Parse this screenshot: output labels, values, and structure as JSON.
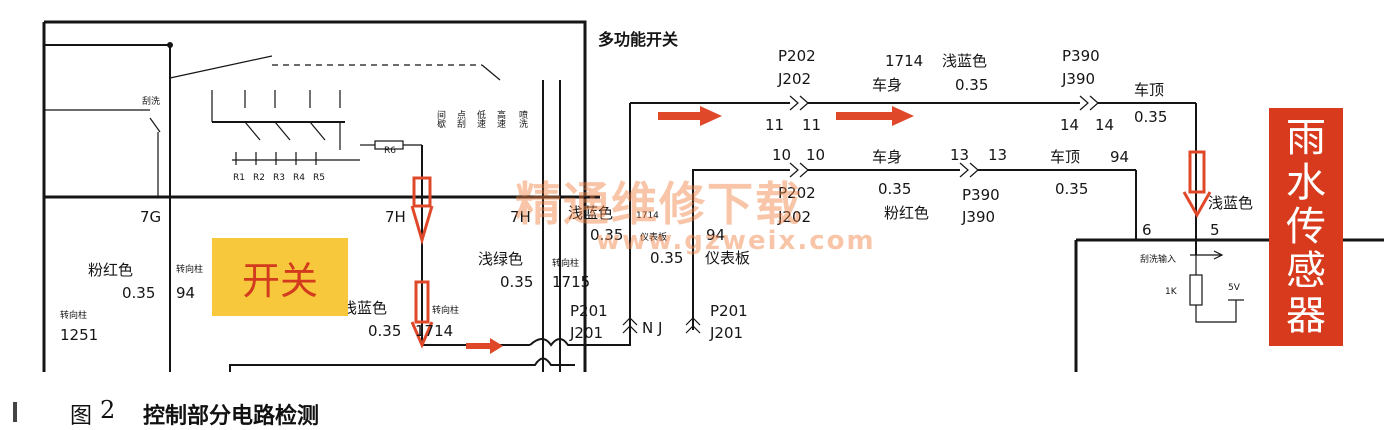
{
  "diagram": {
    "multifunction_switch": "多功能开关",
    "switch_label": "开关",
    "sensor_label": [
      "雨",
      "水",
      "传",
      "感",
      "器"
    ],
    "wash_label": "刮洗",
    "resistors": [
      "R1",
      "R2",
      "R3",
      "R4",
      "R5"
    ],
    "r6": "R6",
    "switch_positions": [
      "间歇",
      "点刮",
      "低速",
      "高速",
      "喷洗"
    ],
    "pin_7g": "7G",
    "pin_7h": "7H",
    "pin_7": "7H",
    "left_wire_color": "粉红色",
    "left_wire_size": "0.35",
    "left_wire_id": "94",
    "left_column_label": "转向柱",
    "left_col_label2": "转向柱",
    "left_col_num": "1251",
    "mid_wire_color": "浅蓝色",
    "mid_wire_size": "0.35",
    "mid_wire_column": "转向柱",
    "mid_wire_id": "1714",
    "green_wire_color": "浅绿色",
    "green_wire_column": "转向柱",
    "green_wire_size": "0.35",
    "green_wire_id": "1715",
    "center_wire_color": "浅蓝色",
    "center_wire_size": "0.35",
    "center_id": "1714",
    "center_panel": "仪表板",
    "center_id2": "94",
    "center_size2": "0.35",
    "center_panel2": "仪表板",
    "connector_p201_a": "P201",
    "connector_j201_a": "J201",
    "connector_p201_b": "P201",
    "connector_j201_b": "J201",
    "nj_label": "N  J",
    "p202_top": "P202",
    "j202_top": "J202",
    "pin_11a": "11",
    "pin_11b": "11",
    "top_wire_id": "1714",
    "top_wire_color": "浅蓝色",
    "top_wire_body": "车身",
    "top_wire_size": "0.35",
    "p390_top": "P390",
    "j390_top": "J390",
    "pin_14a": "14",
    "pin_14b": "14",
    "roof_label": "车顶",
    "roof_size": "0.35",
    "pin_10a": "10",
    "pin_10b": "10",
    "p202_mid": "P202",
    "j202_mid": "J202",
    "body_mid": "车身",
    "body_mid_size": "0.35",
    "body_mid_color": "粉红色",
    "pin_13a": "13",
    "pin_13b": "13",
    "p390_mid": "P390",
    "j390_mid": "J390",
    "roof_mid": "车顶",
    "roof_mid_id": "94",
    "roof_mid_size": "0.35",
    "pin_6": "6",
    "pin_5": "5",
    "sensor_wire_color": "浅蓝色",
    "wash_input": "刮洗输入",
    "resistor_1k": "1K",
    "supply_5v": "5V"
  },
  "watermark": {
    "text": "精通维修下载",
    "url": "www.gzweix.com"
  },
  "caption": {
    "figure": "图",
    "number": "2",
    "title": "控制部分电路检测"
  },
  "colors": {
    "switch_box": "#f7c73c",
    "switch_text": "#d23b1d",
    "sensor_box": "#d73a1c",
    "arrow": "#e0482a"
  }
}
